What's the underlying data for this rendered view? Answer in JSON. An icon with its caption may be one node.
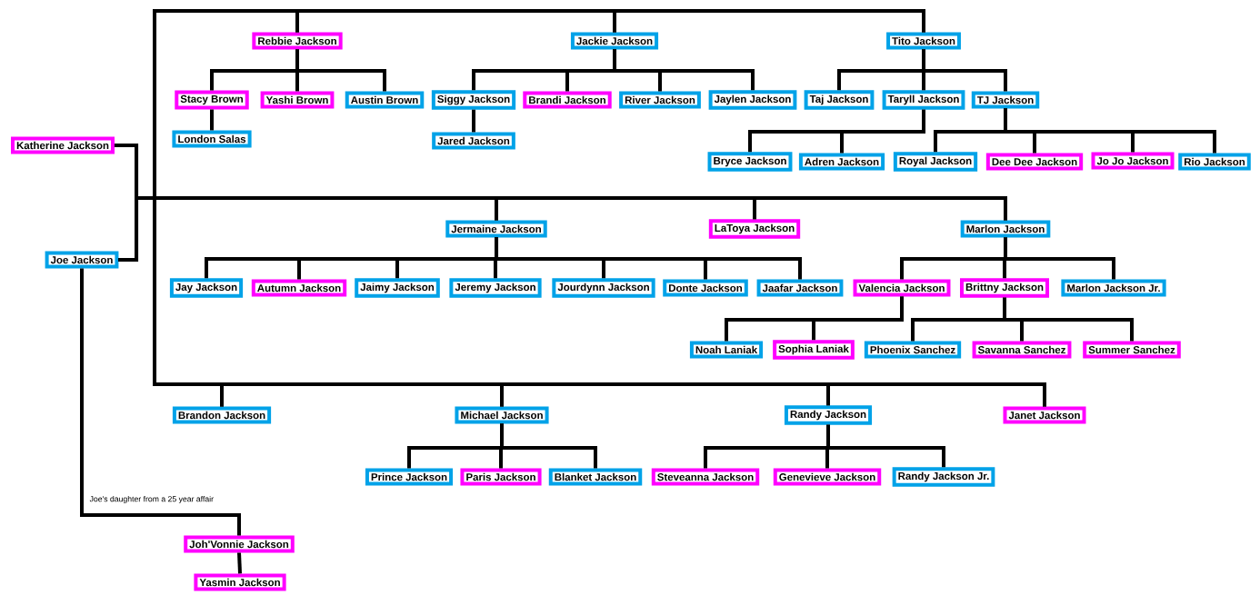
{
  "diagram": {
    "nodes": [
      {
        "text": [
          "Rebbie Jackson"
        ]
      },
      {
        "text": [
          "Jackie Jackson"
        ]
      },
      {
        "text": [
          "Tito Jackson"
        ]
      },
      {
        "text": [
          "Stacy Brown"
        ]
      },
      {
        "text": [
          "Yashi Brown"
        ]
      },
      {
        "text": [
          "Austin Brown"
        ]
      },
      {
        "text": [
          "Siggy Jackson"
        ]
      },
      {
        "text": [
          "Brandi Jackson"
        ]
      },
      {
        "text": [
          "River Jackson"
        ]
      },
      {
        "text": [
          "Jaylen Jackson"
        ]
      },
      {
        "text": [
          "Taj Jackson"
        ]
      },
      {
        "text": [
          "Taryll Jackson"
        ]
      },
      {
        "text": [
          "TJ Jackson"
        ]
      },
      {
        "text": [
          "London Salas"
        ]
      },
      {
        "text": [
          "Jared Jackson"
        ]
      },
      {
        "text": [
          "Katherine Jackson"
        ]
      },
      {
        "text": [
          "Bryce Jackson"
        ]
      },
      {
        "text": [
          "Adren Jackson"
        ]
      },
      {
        "text": [
          "Royal Jackson"
        ]
      },
      {
        "text": [
          "Dee Dee Jackson"
        ]
      },
      {
        "text": [
          "Jo Jo Jackson"
        ]
      },
      {
        "text": [
          "Rio Jackson"
        ]
      },
      {
        "text": [
          "Jermaine Jackson"
        ]
      },
      {
        "text": [
          "LaToya Jackson"
        ]
      },
      {
        "text": [
          "Marlon Jackson"
        ]
      },
      {
        "text": [
          "Joe Jackson"
        ]
      },
      {
        "text": [
          "Jay Jackson"
        ]
      },
      {
        "text": [
          "Autumn Jackson"
        ]
      },
      {
        "text": [
          "Jaimy Jackson"
        ]
      },
      {
        "text": [
          "Jeremy Jackson"
        ]
      },
      {
        "text": [
          "Jourdynn Jackson"
        ]
      },
      {
        "text": [
          "Donte Jackson"
        ]
      },
      {
        "text": [
          "Jaafar Jackson"
        ]
      },
      {
        "text": [
          "Valencia Jackson"
        ]
      },
      {
        "text": [
          "Brittny Jackson"
        ]
      },
      {
        "text": [
          "Marlon Jackson Jr."
        ]
      },
      {
        "text": [
          "Noah Laniak"
        ]
      },
      {
        "text": [
          "Sophia Laniak"
        ]
      },
      {
        "text": [
          "Phoenix Sanchez"
        ]
      },
      {
        "text": [
          "Savanna Sanchez"
        ]
      },
      {
        "text": [
          "Summer Sanchez"
        ]
      },
      {
        "text": [
          "Brandon Jackson"
        ]
      },
      {
        "text": [
          "Michael Jackson"
        ]
      },
      {
        "text": [
          "Randy Jackson"
        ]
      },
      {
        "text": [
          "Janet Jackson"
        ]
      },
      {
        "text": [
          "Prince Jackson"
        ]
      },
      {
        "text": [
          "Paris Jackson"
        ]
      },
      {
        "text": [
          "Blanket Jackson"
        ]
      },
      {
        "text": [
          "Steveanna Jackson"
        ]
      },
      {
        "text": [
          "Genevieve Jackson"
        ]
      },
      {
        "text": [
          "Randy Jackson Jr."
        ]
      },
      {
        "text": [
          "Joh'Vonnie Jackson"
        ]
      },
      {
        "text": [
          "Yasmin Jackson"
        ]
      }
    ],
    "edges": [
      {
        "from": 15,
        "to": 0,
        "arrow": "none"
      },
      {
        "from": 25,
        "to": 0,
        "arrow": "none"
      },
      {
        "from": 15,
        "to": 1,
        "arrow": "none"
      },
      {
        "from": 25,
        "to": 1,
        "arrow": "none"
      },
      {
        "from": 15,
        "to": 2,
        "arrow": "none"
      },
      {
        "from": 25,
        "to": 2,
        "arrow": "none"
      },
      {
        "from": 15,
        "to": 22,
        "arrow": "none"
      },
      {
        "from": 25,
        "to": 22,
        "arrow": "none"
      },
      {
        "from": 15,
        "to": 23,
        "arrow": "none"
      },
      {
        "from": 25,
        "to": 23,
        "arrow": "none"
      },
      {
        "from": 15,
        "to": 24,
        "arrow": "none"
      },
      {
        "from": 25,
        "to": 24,
        "arrow": "none"
      },
      {
        "from": 15,
        "to": 41,
        "arrow": "none"
      },
      {
        "from": 25,
        "to": 41,
        "arrow": "none"
      },
      {
        "from": 15,
        "to": 42,
        "arrow": "none"
      },
      {
        "from": 25,
        "to": 42,
        "arrow": "none"
      },
      {
        "from": 15,
        "to": 43,
        "arrow": "none"
      },
      {
        "from": 25,
        "to": 43,
        "arrow": "none"
      },
      {
        "from": 15,
        "to": 44,
        "arrow": "none"
      },
      {
        "from": 25,
        "to": 44,
        "arrow": "none"
      },
      {
        "from": 0,
        "to": 3,
        "arrow": "none"
      },
      {
        "from": 0,
        "to": 4,
        "arrow": "none"
      },
      {
        "from": 0,
        "to": 5,
        "arrow": "none"
      },
      {
        "from": 3,
        "to": 13,
        "arrow": "none"
      },
      {
        "from": 1,
        "to": 6,
        "arrow": "none"
      },
      {
        "from": 1,
        "to": 7,
        "arrow": "none"
      },
      {
        "from": 1,
        "to": 8,
        "arrow": "none"
      },
      {
        "from": 1,
        "to": 9,
        "arrow": "none"
      },
      {
        "from": 6,
        "to": 14,
        "arrow": "none"
      },
      {
        "from": 2,
        "to": 10,
        "arrow": "none"
      },
      {
        "from": 2,
        "to": 11,
        "arrow": "none"
      },
      {
        "from": 2,
        "to": 12,
        "arrow": "none"
      },
      {
        "from": 11,
        "to": 16,
        "arrow": "none"
      },
      {
        "from": 11,
        "to": 17,
        "arrow": "none"
      },
      {
        "from": 12,
        "to": 18,
        "arrow": "none"
      },
      {
        "from": 12,
        "to": 19,
        "arrow": "none"
      },
      {
        "from": 12,
        "to": 20,
        "arrow": "none"
      },
      {
        "from": 12,
        "to": 21,
        "arrow": "none"
      },
      {
        "from": 22,
        "to": 26,
        "arrow": "none"
      },
      {
        "from": 22,
        "to": 27,
        "arrow": "none"
      },
      {
        "from": 22,
        "to": 28,
        "arrow": "none"
      },
      {
        "from": 22,
        "to": 29,
        "arrow": "none"
      },
      {
        "from": 22,
        "to": 30,
        "arrow": "none"
      },
      {
        "from": 22,
        "to": 31,
        "arrow": "none"
      },
      {
        "from": 22,
        "to": 32,
        "arrow": "none"
      },
      {
        "from": 24,
        "to": 33,
        "arrow": "none"
      },
      {
        "from": 24,
        "to": 34,
        "arrow": "none"
      },
      {
        "from": 24,
        "to": 35,
        "arrow": "none"
      },
      {
        "from": 33,
        "to": 36,
        "arrow": "none"
      },
      {
        "from": 33,
        "to": 37,
        "arrow": "none"
      },
      {
        "from": 34,
        "to": 38,
        "arrow": "none"
      },
      {
        "from": 34,
        "to": 39,
        "arrow": "none"
      },
      {
        "from": 34,
        "to": 40,
        "arrow": "none"
      },
      {
        "from": 42,
        "to": 45,
        "arrow": "none"
      },
      {
        "from": 42,
        "to": 46,
        "arrow": "none"
      },
      {
        "from": 42,
        "to": 47,
        "arrow": "none"
      },
      {
        "from": 43,
        "to": 48,
        "arrow": "none"
      },
      {
        "from": 43,
        "to": 49,
        "arrow": "none"
      },
      {
        "from": 43,
        "to": 50,
        "arrow": "none"
      },
      {
        "from": 25,
        "to": 51,
        "arrow": "none",
        "label": "Joe's daughter from a 25 year affair"
      },
      {
        "from": 51,
        "to": 52,
        "arrow": "none"
      }
    ]
  }
}
